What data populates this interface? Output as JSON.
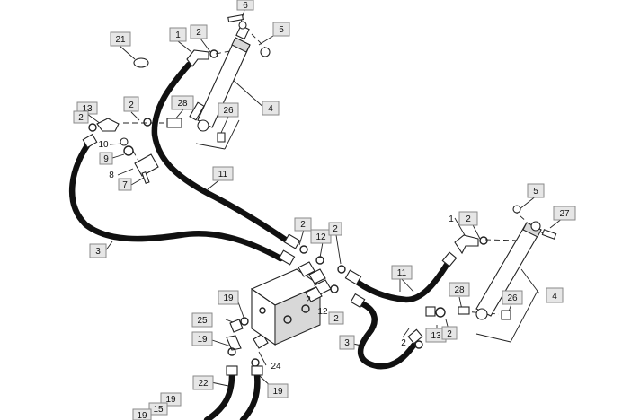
{
  "callouts": [
    {
      "label": "6"
    },
    {
      "label": "5"
    },
    {
      "label": "21"
    },
    {
      "label": "1"
    },
    {
      "label": "2"
    },
    {
      "label": "4"
    },
    {
      "label": "13"
    },
    {
      "label": "2"
    },
    {
      "label": "2"
    },
    {
      "label": "28"
    },
    {
      "label": "26"
    },
    {
      "label": "10"
    },
    {
      "label": "9"
    },
    {
      "label": "8"
    },
    {
      "label": "7"
    },
    {
      "label": "11"
    },
    {
      "label": "3"
    },
    {
      "label": "2"
    },
    {
      "label": "12"
    },
    {
      "label": "2"
    },
    {
      "label": "5"
    },
    {
      "label": "27"
    },
    {
      "label": "1"
    },
    {
      "label": "2"
    },
    {
      "label": "11"
    },
    {
      "label": "4"
    },
    {
      "label": "28"
    },
    {
      "label": "26"
    },
    {
      "label": "19"
    },
    {
      "label": "2"
    },
    {
      "label": "12"
    },
    {
      "label": "2"
    },
    {
      "label": "25"
    },
    {
      "label": "19"
    },
    {
      "label": "3"
    },
    {
      "label": "2"
    },
    {
      "label": "13"
    },
    {
      "label": "2"
    },
    {
      "label": "24"
    },
    {
      "label": "19"
    },
    {
      "label": "22"
    },
    {
      "label": "19"
    },
    {
      "label": "15"
    },
    {
      "label": "19"
    }
  ]
}
